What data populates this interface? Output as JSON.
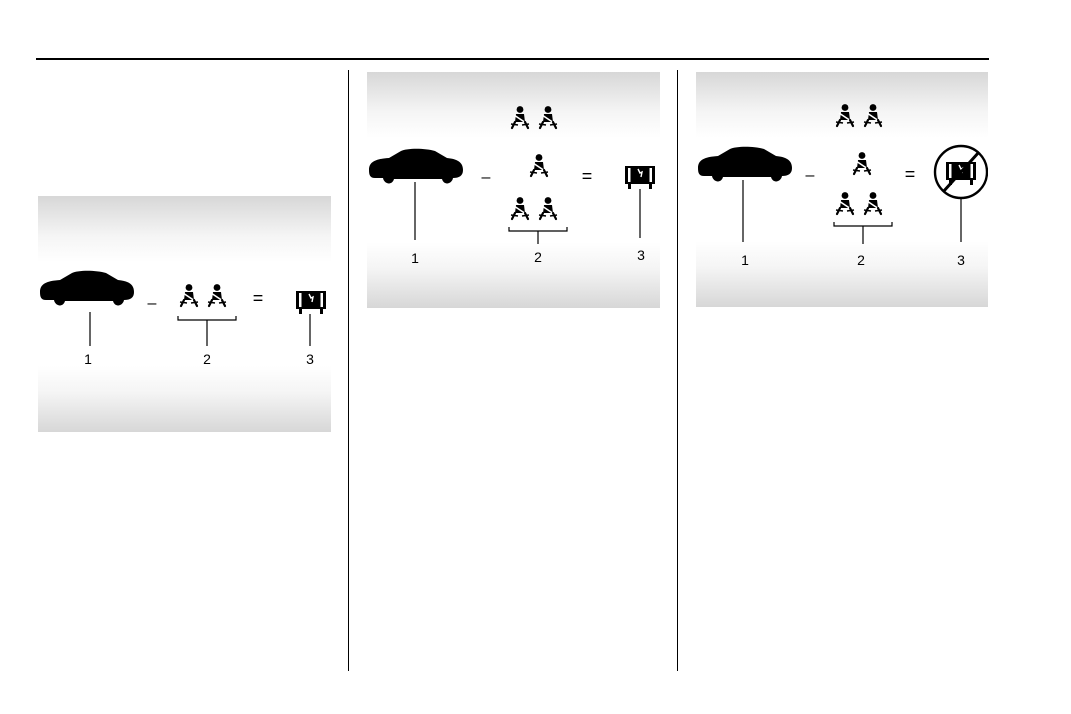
{
  "figures": [
    {
      "id": "figure-1",
      "callouts": [
        "1",
        "2",
        "3"
      ],
      "operators": {
        "minus": "–",
        "equals": "="
      }
    },
    {
      "id": "figure-2",
      "callouts": [
        "1",
        "2",
        "3"
      ],
      "operators": {
        "minus": "–",
        "equals": "="
      }
    },
    {
      "id": "figure-3",
      "callouts": [
        "1",
        "2",
        "3"
      ],
      "operators": {
        "minus": "–",
        "equals": "="
      }
    }
  ],
  "icons": {
    "vehicle": "car-silhouette-icon",
    "occupant": "seat-belt-occupant-icon",
    "cargo": "luggage-icon",
    "cargo_prohibited": "no-luggage-icon"
  }
}
